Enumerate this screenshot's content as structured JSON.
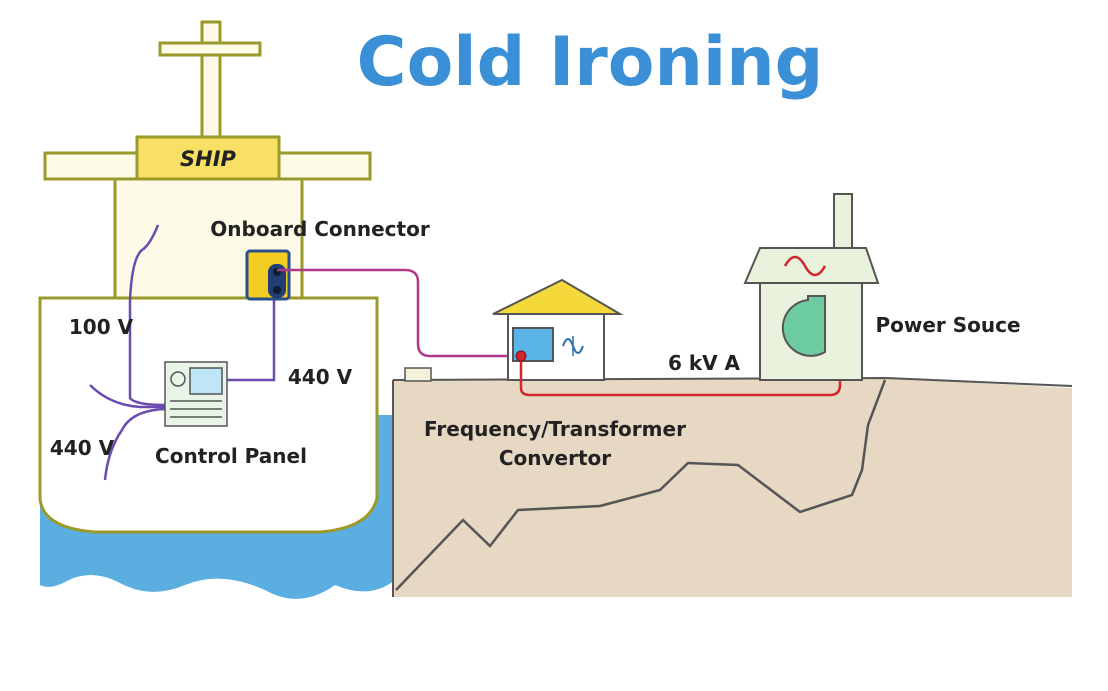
{
  "title": "Cold Ironing",
  "labels": {
    "ship": "SHIP",
    "onboard_connector": "Onboard Connector",
    "voltage_100": "100 V",
    "voltage_440_panel": "440 V",
    "voltage_440_left": "440 V",
    "control_panel": "Control Panel",
    "converter_line1": "Frequency/Transformer",
    "converter_line2": "Convertor",
    "shore_voltage": "6 kV A",
    "power_source": "Power Souce"
  },
  "colors": {
    "title": "#3a8fd6",
    "ship_outline": "#9a9a2a",
    "ship_fill": "#fdfbe8",
    "ship_label_fill": "#f7e064",
    "water": "#5aaee0",
    "land": "#e6d8c3",
    "ground_line": "#555555",
    "cable_shore": "#b03a8a",
    "cable_ship": "#6a4bb0",
    "cable_power": "#d0262e",
    "connector_fill": "#f2cc20",
    "connector_border": "#2a4f8a",
    "roof": "#f5d93a",
    "building": "#ffffff",
    "converter_screen": "#5ab4e8",
    "power_house": "#e9f2dd",
    "power_green": "#6dcba0"
  }
}
